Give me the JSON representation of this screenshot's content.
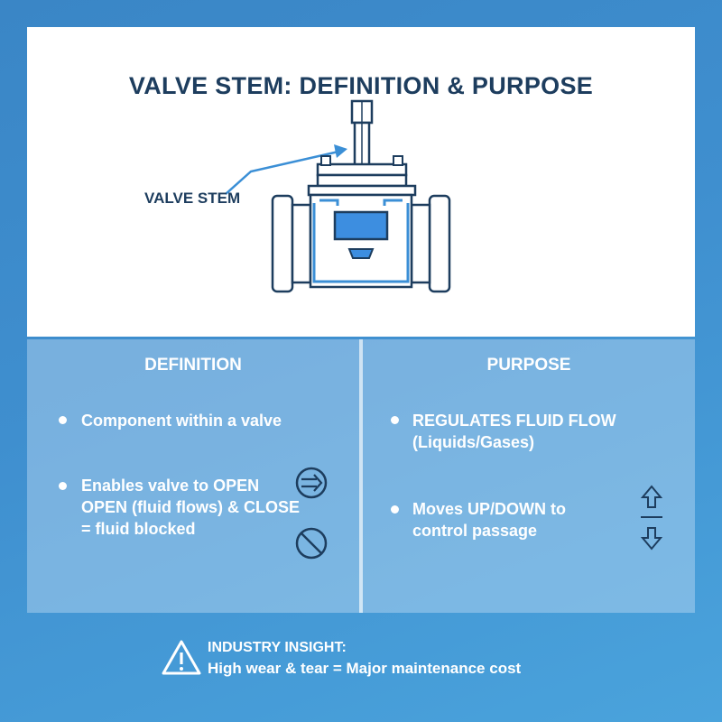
{
  "title": "VALVE STEM: DEFINITION & PURPOSE",
  "diagram": {
    "stem_label": "VALVE STEM",
    "colors": {
      "outline": "#1d3d5e",
      "accent": "#3b8fd6",
      "gate": "#3d8ee0"
    }
  },
  "definition": {
    "heading": "DEFINITION",
    "items": [
      {
        "lines": [
          "Component within a valve"
        ]
      },
      {
        "lines": [
          "Enables valve to OPEN",
          "OPEN (fluid flows) & CLOSE",
          "= fluid blocked"
        ]
      }
    ],
    "icons": [
      "arrow-right-circle-icon",
      "no-entry-icon"
    ]
  },
  "purpose": {
    "heading": "PURPOSE",
    "items": [
      {
        "lines": [
          "REGULATES FLUID FLOW",
          "(Liquids/Gases)"
        ]
      },
      {
        "lines": [
          "Moves UP/DOWN to",
          "control passage"
        ]
      }
    ],
    "icons": [
      "arrow-up-icon",
      "arrow-down-icon"
    ]
  },
  "insight": {
    "title": "INDUSTRY INSIGHT:",
    "text": "High wear & tear = Major maintenance cost",
    "icon": "warning-icon"
  }
}
